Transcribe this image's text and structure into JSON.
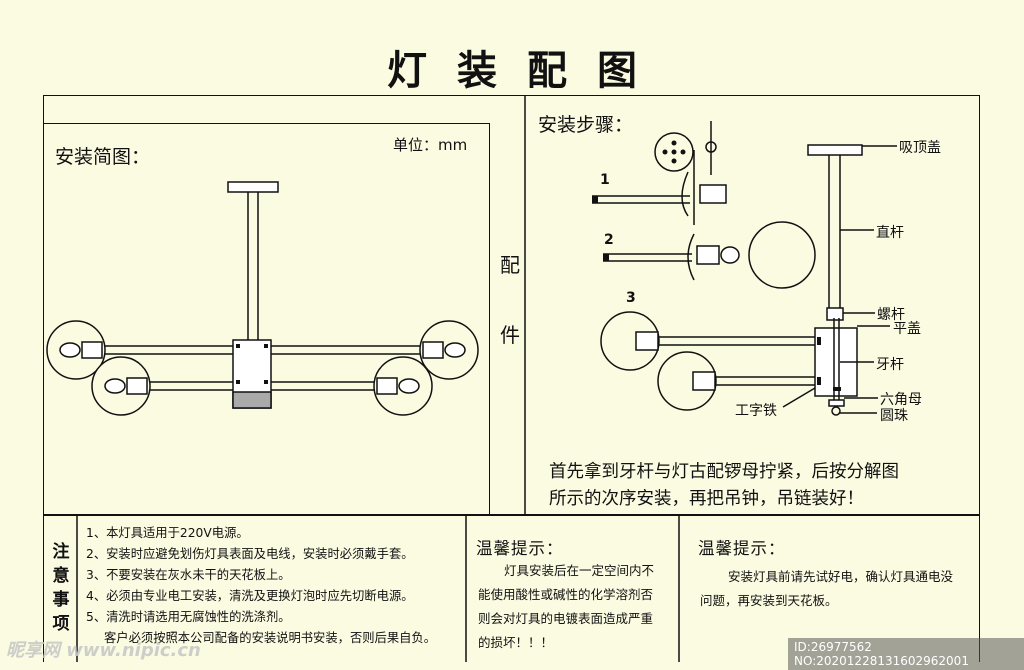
{
  "title": "灯装配图",
  "left": {
    "heading": "安装简图：",
    "unit": "单位：mm"
  },
  "middle": {
    "chars": [
      "配",
      "件"
    ]
  },
  "right": {
    "heading": "安装步骤：",
    "steps": [
      "1",
      "2",
      "3"
    ],
    "part_labels": [
      "吸顶盖",
      "直杆",
      "螺杆",
      "平盖",
      "牙杆",
      "六角母",
      "工字铁",
      "圆珠"
    ],
    "instruction_lines": [
      "首先拿到牙杆与灯古配锣母拧紧，后按分解图",
      "所示的次序安装，再把吊钟，吊链装好！"
    ]
  },
  "notes": {
    "side_chars": [
      "注",
      "意",
      "事",
      "项"
    ],
    "items": [
      "1、本灯具适用于220V电源。",
      "2、安装时应避免划伤灯具表面及电线，安装时必须戴手套。",
      "3、不要安装在灰水未干的天花板上。",
      "4、必须由专业电工安装，清洗及更换灯泡时应先切断电源。",
      "5、清洗时请选用无腐蚀性的洗涤剂。",
      "客户必须按照本公司配备的安装说明书安装，否则后果自负。"
    ]
  },
  "tip1": {
    "title": "温馨提示：",
    "lines": [
      "灯具安装后在一定空间内不",
      "能使用酸性或碱性的化学溶剂否",
      "则会对灯具的电镀表面造成严重",
      "的损坏！！！"
    ]
  },
  "tip2": {
    "title": "温馨提示：",
    "lines": [
      "安装灯具前请先试好电，确认灯具通电没",
      "问题，再安装到天花板。"
    ]
  },
  "watermark": {
    "logo": "昵享网 www.nipic.cn",
    "id": "ID:26977562 NO:20201228131602962001"
  }
}
